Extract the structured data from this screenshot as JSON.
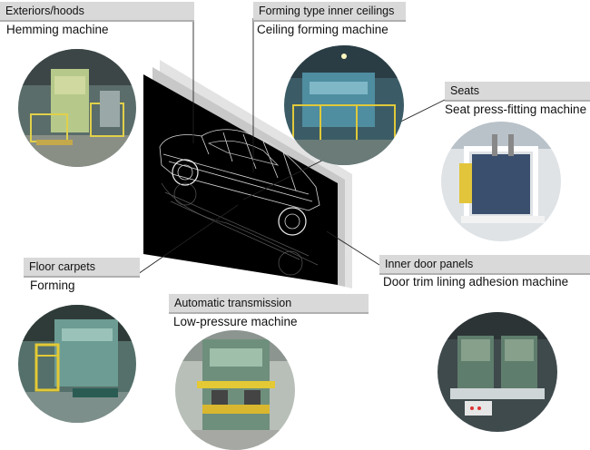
{
  "items": [
    {
      "category": "Exteriors/hoods",
      "machine": "Hemming machine"
    },
    {
      "category": "Forming type inner ceilings",
      "machine": "Ceiling forming machine"
    },
    {
      "category": "Seats",
      "machine": "Seat press-fitting machine"
    },
    {
      "category": "Inner door panels",
      "machine": "Door trim lining adhesion machine"
    },
    {
      "category": "Floor carpets",
      "machine": "Forming"
    },
    {
      "category": "Automatic transmission",
      "machine": "Low-pressure machine"
    }
  ]
}
